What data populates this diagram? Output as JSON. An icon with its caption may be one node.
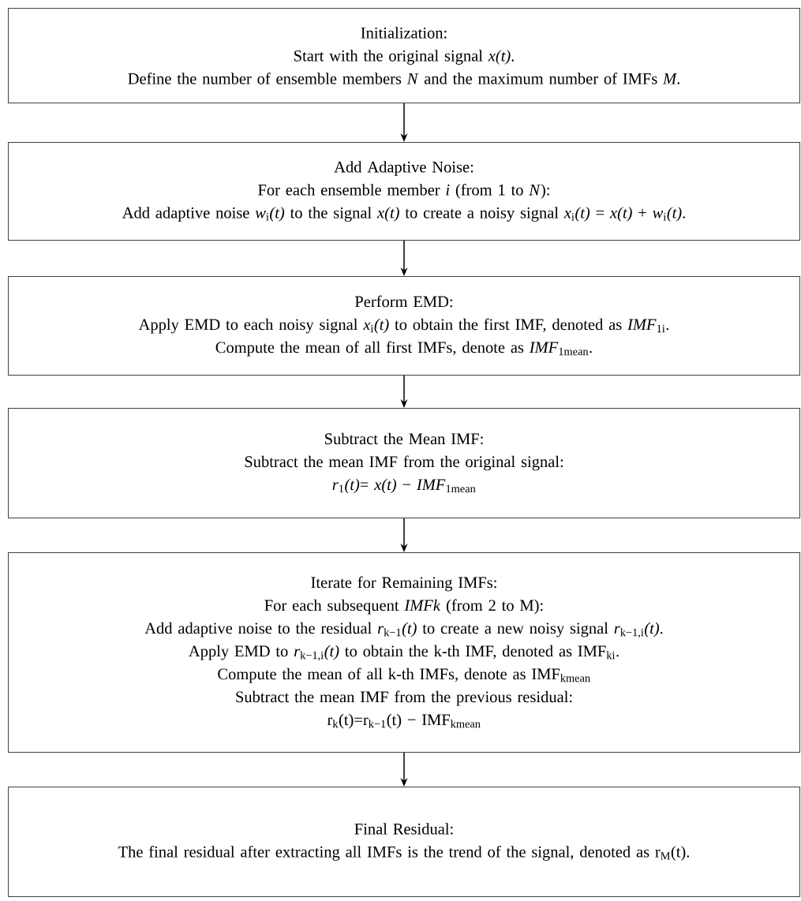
{
  "diagram": {
    "nodes": [
      {
        "text": [
          "Initialization:",
          "Start with the original signal *x(t)*.",
          "Define the number of ensemble members *N* and the maximum number of IMFs *M*."
        ]
      },
      {
        "text": [
          "Add Adaptive Noise:",
          "For each ensemble member *i* (from 1 to *N*):",
          "Add adaptive noise *w*$_{i}$*(t)* to the signal *x(t)* to create a noisy signal *x*$_{i}$*(t)* = *x(t)* + *w*$_{i}$*(t)*."
        ]
      },
      {
        "text": [
          "Perform EMD:",
          "Apply EMD to each noisy signal *x*$_{i}$*(t)* to obtain the first IMF, denoted as *IMF*$_{1i}$.",
          "Compute the mean of all first IMFs, denote as *IMF*$_{1mean}$."
        ]
      },
      {
        "text": [
          "Subtract the Mean IMF:",
          "Subtract the mean IMF from the original signal:",
          "*r*$_{1}$*(t)*= *x(t)* − *IMF*$_{1mean}$"
        ]
      },
      {
        "text": [
          "Iterate for Remaining IMFs:",
          "For each subsequent *IMFk* (from 2 to M):",
          "Add adaptive noise to the residual *r*$_{k−1}$*(t)* to create a new noisy signal *r*$_{k−1,i}$*(t)*.",
          "Apply EMD to *r*$_{k−1,i}$*(t)* to obtain the k-th IMF, denoted as IMF$_{ki}$.",
          "Compute the mean of all k-th IMFs, denote as IMF$_{kmean}$",
          "Subtract the mean IMF from the previous residual:",
          "r$_{k}$(t)=r$_{k−1}$(t) − IMF$_{kmean}$"
        ]
      },
      {
        "text": [
          "Final Residual:",
          "The final residual after extracting all IMFs is the trend of the signal, denoted as r$_{M}$(t)."
        ]
      }
    ],
    "edges": [
      {
        "from": 0,
        "to": 1,
        "arrow": "to"
      },
      {
        "from": 1,
        "to": 2,
        "arrow": "to"
      },
      {
        "from": 2,
        "to": 3,
        "arrow": "to"
      },
      {
        "from": 3,
        "to": 4,
        "arrow": "to"
      },
      {
        "from": 4,
        "to": 5,
        "arrow": "to"
      }
    ]
  }
}
